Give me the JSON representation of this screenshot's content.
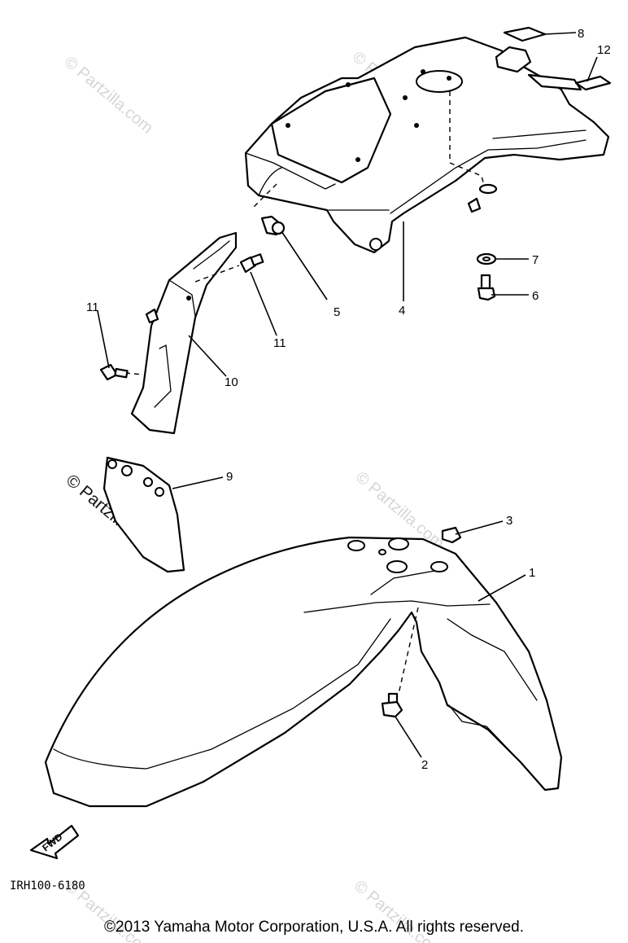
{
  "watermark": "© Partzilla.com",
  "diagram_code": "IRH100-6180",
  "fwd_label": "FWD",
  "copyright": "©2013  Yamaha Motor Corporation, U.S.A. All rights reserved.",
  "callouts": [
    "1",
    "2",
    "3",
    "4",
    "5",
    "6",
    "7",
    "8",
    "9",
    "10",
    "11",
    "11",
    "12"
  ]
}
